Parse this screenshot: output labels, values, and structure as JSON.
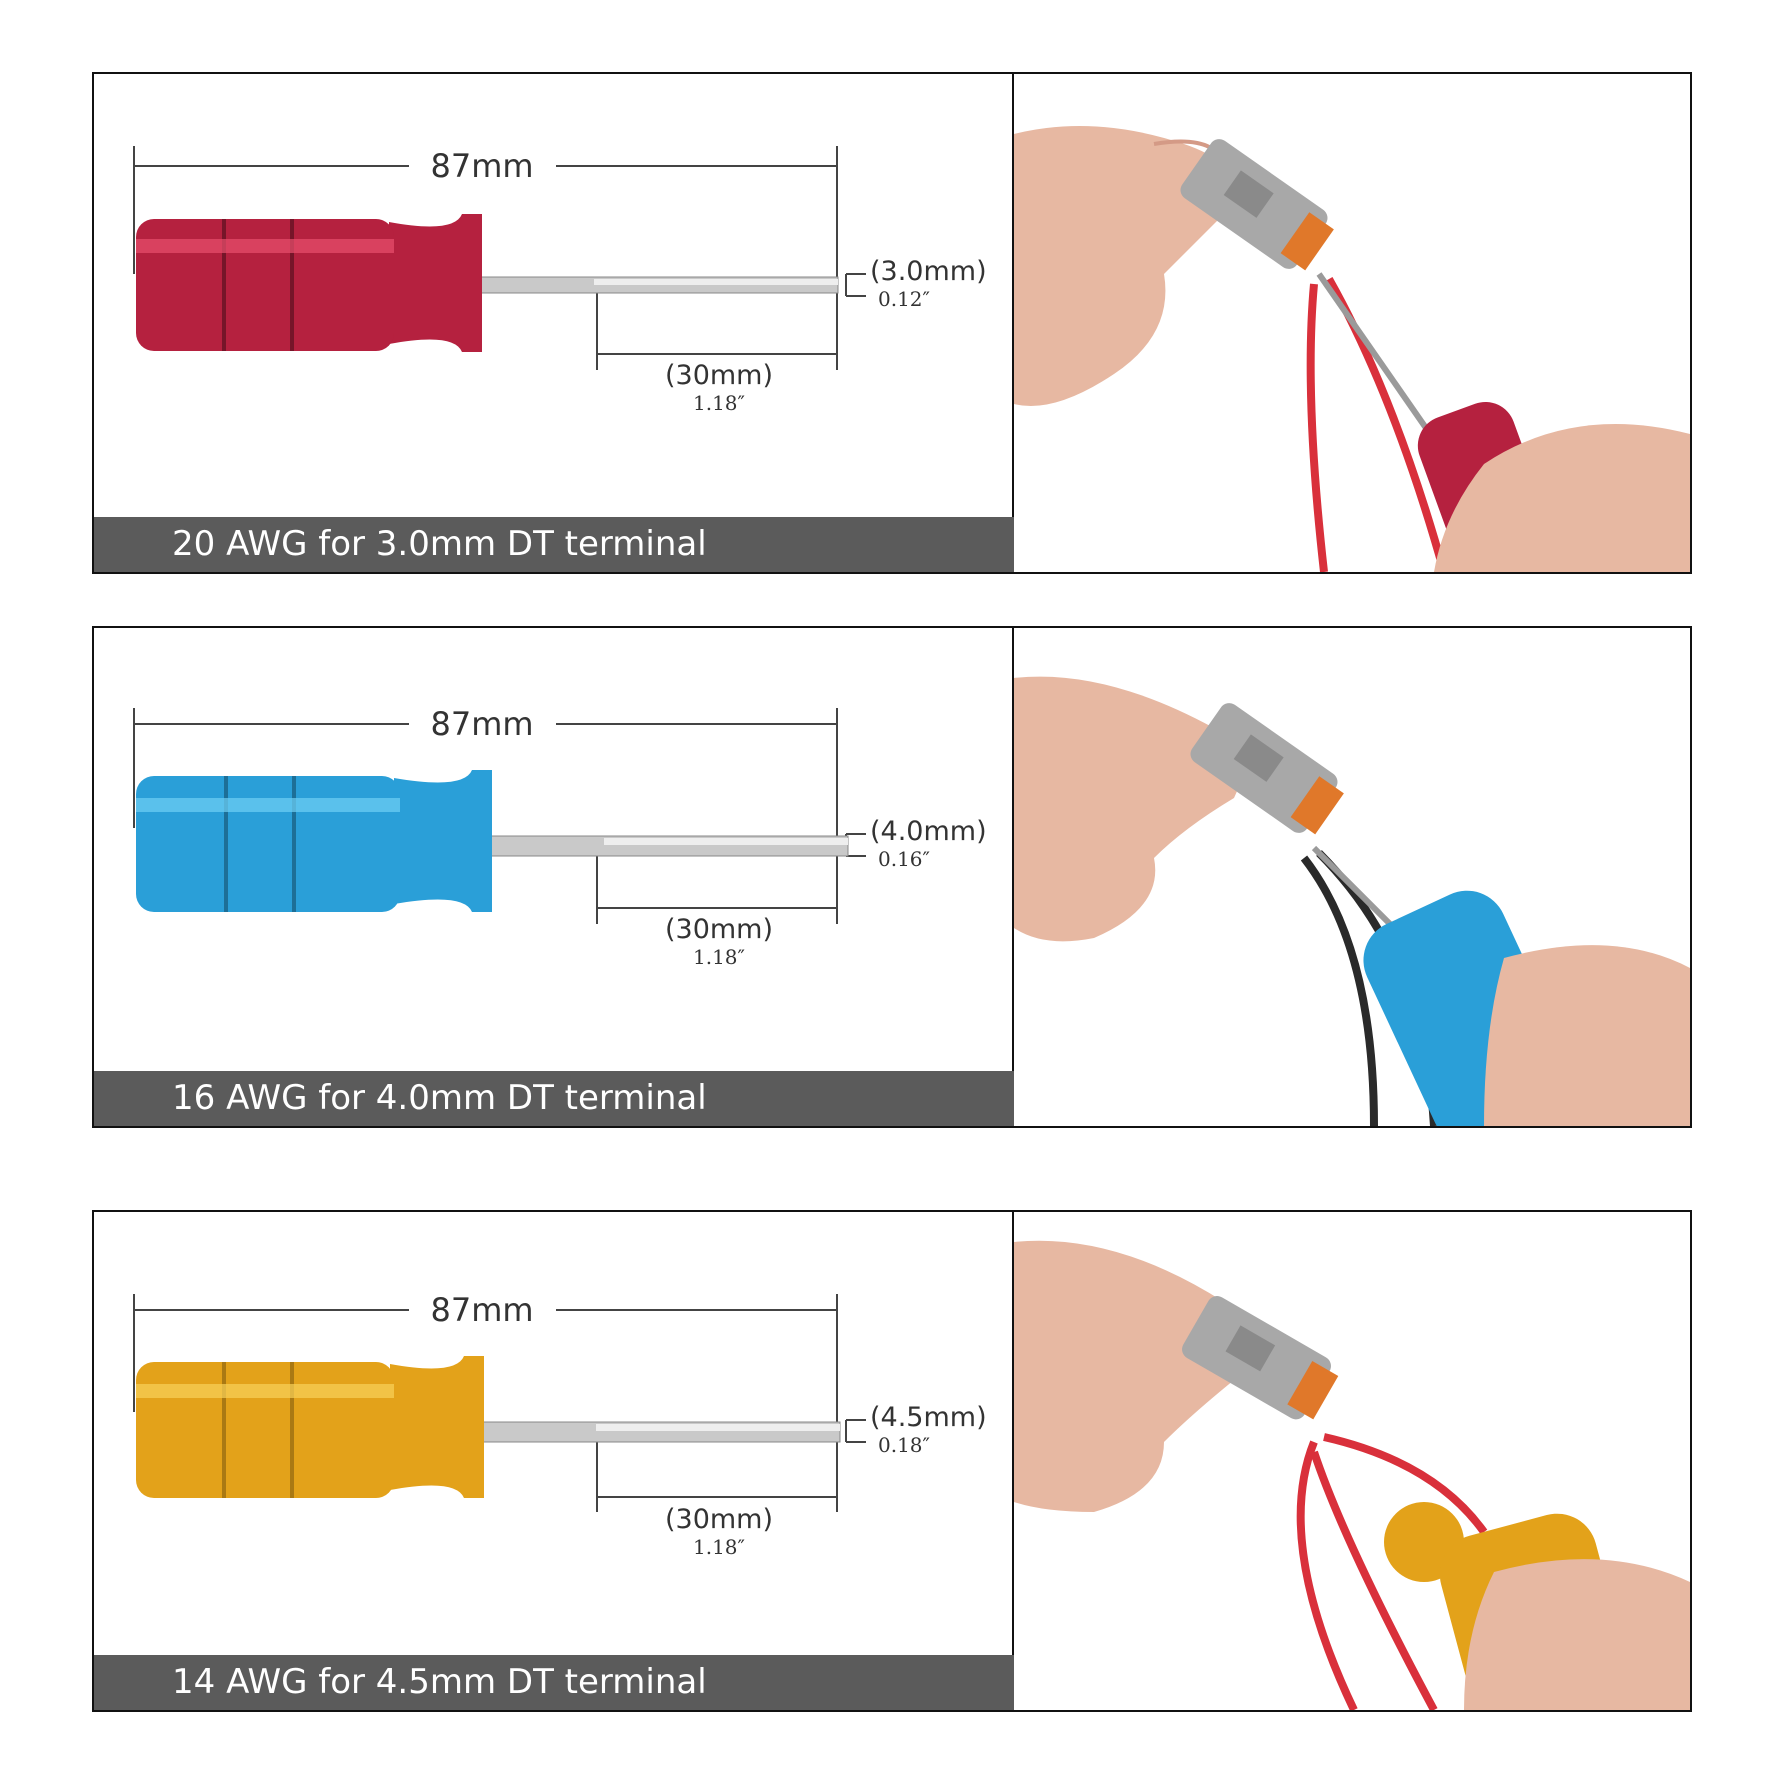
{
  "panels": [
    {
      "handle_color": "#b5213f",
      "handle_highlight": "#e8506e",
      "total_length": "87mm",
      "tip_diameter": "(3.0mm)",
      "tip_diameter_in": "0.12″",
      "pin_length": "(30mm)",
      "pin_length_in": "1.18″",
      "caption": "20 AWG for 3.0mm DT terminal",
      "wire_color": "#d9303b"
    },
    {
      "handle_color": "#2a9fd8",
      "handle_highlight": "#6fd0f5",
      "total_length": "87mm",
      "tip_diameter": "(4.0mm)",
      "tip_diameter_in": "0.16″",
      "pin_length": "(30mm)",
      "pin_length_in": "1.18″",
      "caption": "16 AWG for 4.0mm DT terminal",
      "wire_color": "#2a2a2a"
    },
    {
      "handle_color": "#e3a21a",
      "handle_highlight": "#f8d25a",
      "total_length": "87mm",
      "tip_diameter": "(4.5mm)",
      "tip_diameter_in": "0.18″",
      "pin_length": "(30mm)",
      "pin_length_in": "1.18″",
      "caption": "14 AWG for 4.5mm DT terminal",
      "wire_color": "#d9303b"
    }
  ],
  "colors": {
    "banner": "#5b5b5b",
    "connector_gray": "#a8a8a8",
    "connector_orange": "#e0782a",
    "skin": "#e7b8a2"
  }
}
